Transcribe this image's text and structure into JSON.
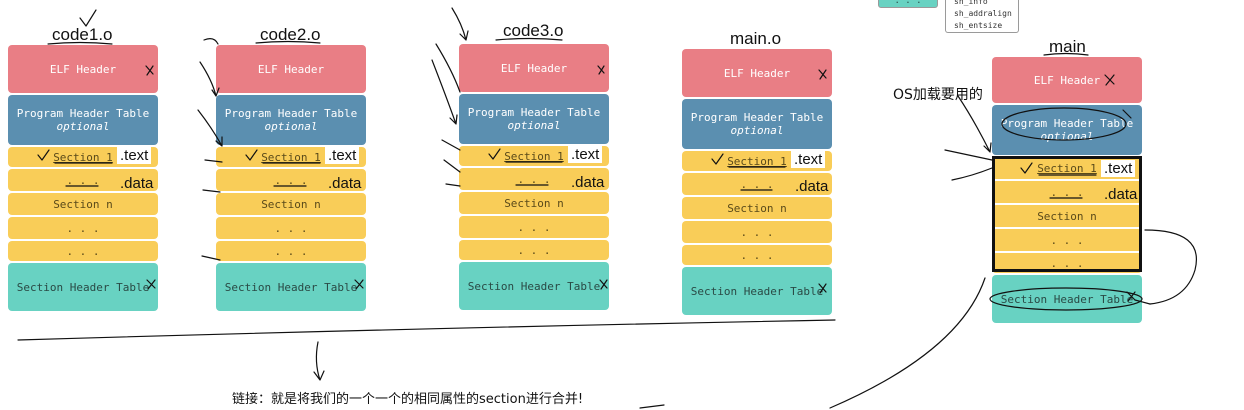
{
  "files": [
    {
      "title": "code1.o"
    },
    {
      "title": "code2.o"
    },
    {
      "title": "code3.o"
    },
    {
      "title": "main.o"
    },
    {
      "title": "main"
    }
  ],
  "blocks": {
    "elf_header": "ELF Header",
    "program_header_table": "Program Header Table",
    "optional": "optional",
    "section_1": "Section 1",
    "dots": ". . .",
    "section_n": "Section n",
    "section_header_table": "Section Header Table"
  },
  "tags": {
    "text": ".text",
    "data": ".data"
  },
  "annotations": {
    "os_load": "OS加载要用的",
    "linking_note": "链接：就是将我们的一个一个的相同属性的section进行合并!"
  },
  "legend": {
    "chip": ". . .",
    "items": [
      "sh_info",
      "sh_addralign",
      "sh_entsize"
    ]
  },
  "colors": {
    "elf": "#e97e85",
    "program_header": "#5b8fb0",
    "section": "#f9cd58",
    "section_header": "#68d2c2"
  }
}
